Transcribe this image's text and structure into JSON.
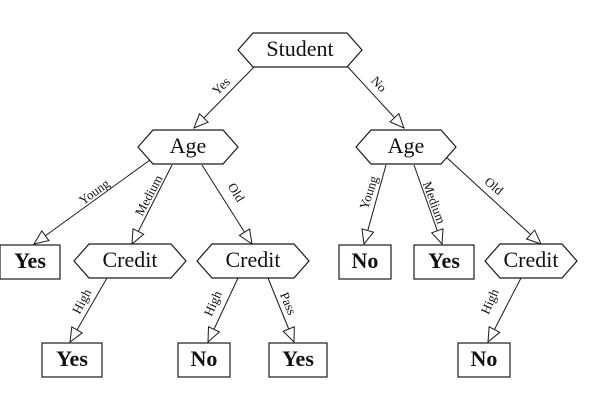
{
  "nodes": {
    "student": "Student",
    "age_left": "Age",
    "age_right": "Age",
    "credit_medium": "Credit",
    "credit_old_left": "Credit",
    "credit_old_right": "Credit"
  },
  "leaves": {
    "young_left": "Yes",
    "medium_high": "Yes",
    "old_high": "No",
    "old_pass": "Yes",
    "young_right": "No",
    "medium_right": "Yes",
    "old_right_high": "No"
  },
  "edges": {
    "student_yes": "Yes",
    "student_no": "No",
    "left_young": "Young",
    "left_medium": "Medium",
    "left_old": "Old",
    "right_young": "Young",
    "right_medium": "Medium",
    "right_old": "Old",
    "medium_credit_high": "High",
    "old_credit_high": "High",
    "old_credit_pass": "Pass",
    "right_credit_high": "High"
  }
}
